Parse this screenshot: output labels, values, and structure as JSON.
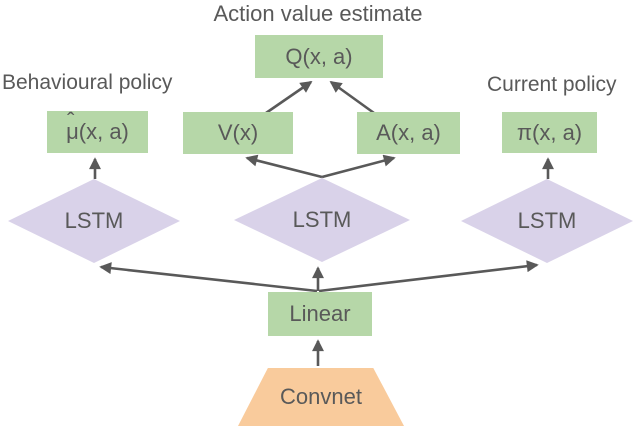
{
  "diagram": {
    "title": "Action value estimate",
    "left_label": "Behavioural policy",
    "right_label": "Current policy",
    "nodes": {
      "q": "Q(x, a)",
      "mu_hat": "ˆ",
      "mu": "μ(x, a)",
      "v": "V(x)",
      "a": "A(x, a)",
      "pi": "π(x, a)",
      "lstm_left": "LSTM",
      "lstm_mid": "LSTM",
      "lstm_right": "LSTM",
      "linear": "Linear",
      "convnet": "Convnet"
    },
    "edges": [
      {
        "from": "V(x)",
        "to": "Q(x, a)"
      },
      {
        "from": "A(x, a)",
        "to": "Q(x, a)"
      },
      {
        "from": "LSTM (center)",
        "to": "V(x)"
      },
      {
        "from": "LSTM (center)",
        "to": "A(x, a)"
      },
      {
        "from": "LSTM (left)",
        "to": "μ̂(x, a)"
      },
      {
        "from": "LSTM (right)",
        "to": "π(x, a)"
      },
      {
        "from": "Linear",
        "to": "LSTM (left)"
      },
      {
        "from": "Linear",
        "to": "LSTM (center)"
      },
      {
        "from": "Linear",
        "to": "LSTM (right)"
      },
      {
        "from": "Convnet",
        "to": "Linear"
      }
    ],
    "colors": {
      "box_green": "#b6d7a8",
      "diamond_purple": "#d9d2e9",
      "trapezoid_orange": "#f9cb9c",
      "text_gray": "#595959",
      "arrow_gray": "#595959"
    }
  }
}
